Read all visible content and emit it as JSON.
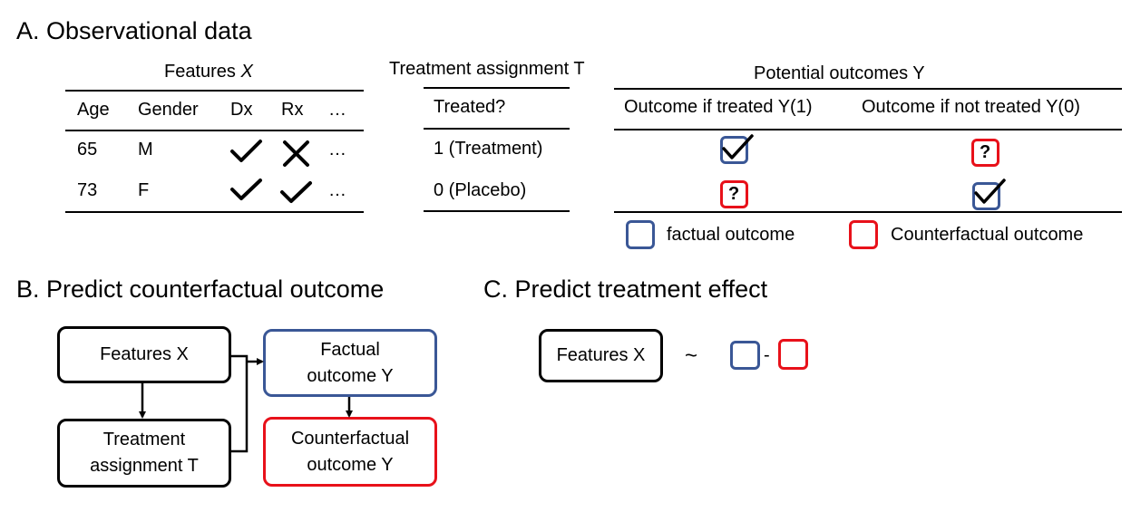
{
  "colors": {
    "factual_blue": "#3a5796",
    "counterfactual_red": "#e8111a",
    "ink": "#000000"
  },
  "section_a": {
    "title": "A. Observational data",
    "features": {
      "header_prefix": "Features ",
      "header_var": "X",
      "columns": [
        "Age",
        "Gender",
        "Dx",
        "Rx",
        "…"
      ],
      "rows": [
        {
          "age": "65",
          "gender": "M",
          "dx": "check-icon",
          "rx": "cross-icon",
          "more": "…"
        },
        {
          "age": "73",
          "gender": "F",
          "dx": "check-icon",
          "rx": "check-icon",
          "more": "…"
        }
      ]
    },
    "treatment": {
      "header": "Treatment assignment T",
      "column": "Treated?",
      "rows": [
        "1 (Treatment)",
        "0 (Placebo)"
      ]
    },
    "outcomes": {
      "header": "Potential outcomes Y",
      "columns": [
        "Outcome if treated Y(1)",
        "Outcome if not treated Y(0)"
      ],
      "rows": [
        {
          "treated": "factual-check",
          "not_treated": "?"
        },
        {
          "treated": "?",
          "not_treated": "factual-check"
        }
      ]
    },
    "legend": {
      "factual": "factual outcome",
      "counterfactual": "Counterfactual outcome"
    }
  },
  "section_b": {
    "title": "B. Predict counterfactual outcome",
    "features": "Features X",
    "treatment_line1": "Treatment",
    "treatment_line2": "assignment T",
    "factual_line1": "Factual",
    "factual_line2": "outcome Y",
    "counterfactual_line1": "Counterfactual",
    "counterfactual_line2": "outcome Y"
  },
  "section_c": {
    "title": "C. Predict treatment effect",
    "features": "Features X",
    "tilde": "~",
    "minus": "-"
  }
}
